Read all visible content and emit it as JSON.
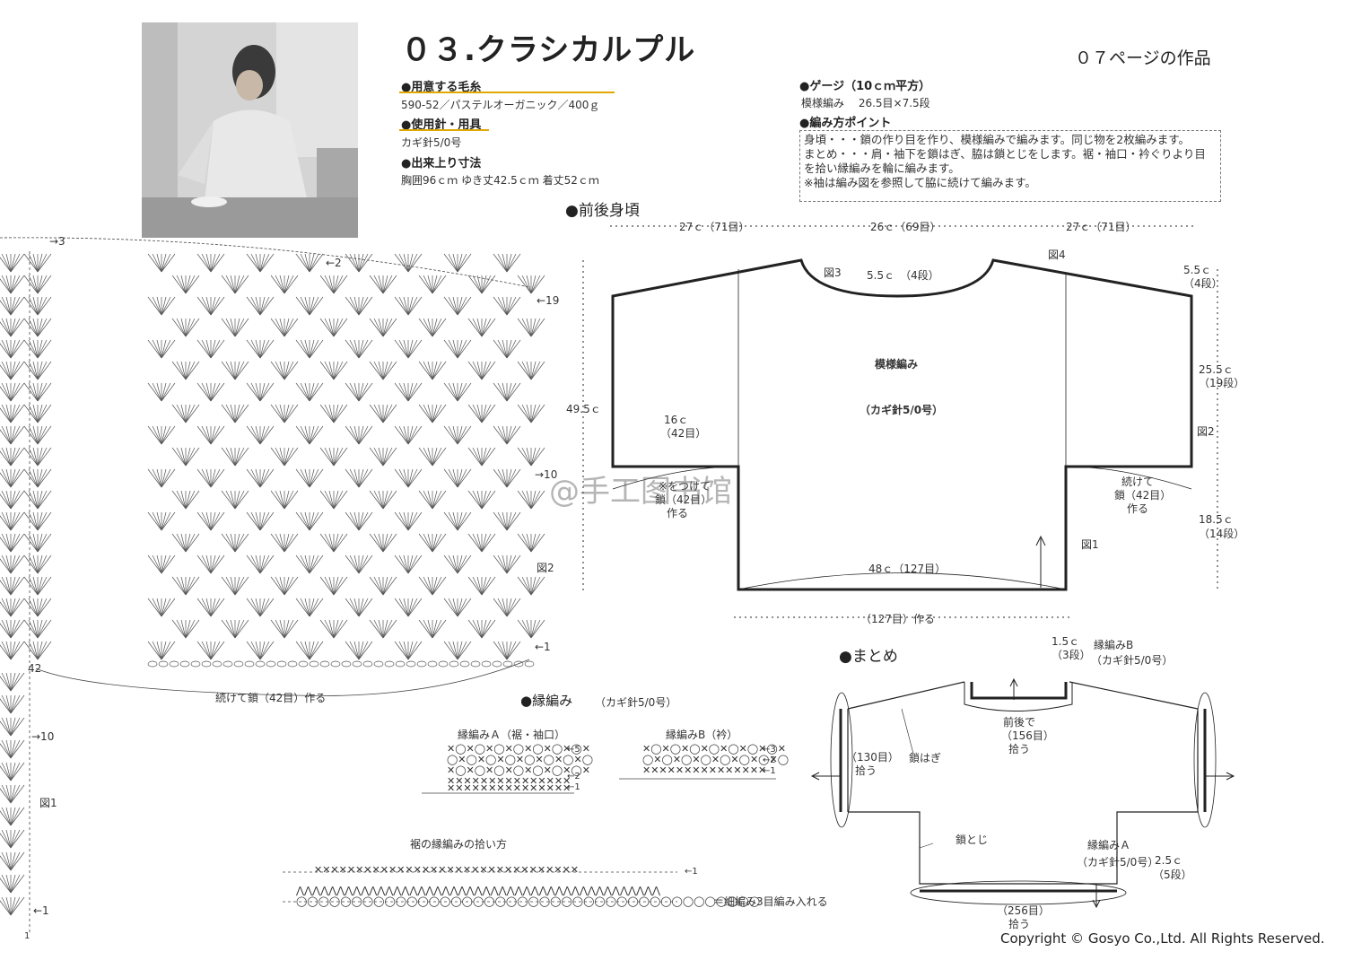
{
  "title": "０３.クラシカルプル",
  "page_ref": "０７ページの作品",
  "materials": {
    "yarn_heading": "●用意する毛糸",
    "yarn_value": "590-52／パステルオーガニック／400ｇ",
    "tools_heading": "●使用針・用具",
    "tools_value": "カギ針5/0号",
    "size_heading": "●出来上り寸法",
    "size_value": "胸囲96ｃｍ ゆき丈42.5ｃｍ 着丈52ｃｍ"
  },
  "gauge": {
    "heading": "●ゲージ（10ｃｍ平方）",
    "value": "模様編み　 26.5目×7.5段"
  },
  "points": {
    "heading": "●編み方ポイント",
    "lines": [
      "身頃・・・鎖の作り目を作り、模様編みで編みます。同じ物を2枚編みます。",
      "まとめ・・・肩・袖下を鎖はぎ、脇は鎖とじをします。裾・袖口・衿ぐりより目",
      "を拾い縁編みを輪に編みます。",
      "※袖は編み図を参照して脇に続けて編みます。"
    ]
  },
  "body_diagram": {
    "heading": "●前後身頃",
    "top_dims": [
      "27ｃ（71目）",
      "26ｃ（69目）",
      "27ｃ（71目）"
    ],
    "neck_depth": "5.5ｃ　（4段）",
    "fig3": "図3",
    "fig4": "図4",
    "fig1": "図1",
    "fig2": "図2",
    "shoulder_drop_a": "5.5ｃ",
    "shoulder_drop_b": "（4段）",
    "sleeve_height_a": "25.5ｃ",
    "sleeve_height_b": "（19段）",
    "side_height_a": "18.5ｃ",
    "side_height_b": "（14段）",
    "total_height": "49.5ｃ",
    "pattern_label": "模様編み",
    "hook_label": "（カギ針5/0号）",
    "sleeve_width_a": "16ｃ",
    "sleeve_width_b": "（42目）",
    "left_note": [
      "※をつけて",
      "鎖（42目）",
      "作る"
    ],
    "right_note": [
      "続けて",
      "鎖（42目）",
      "作る"
    ],
    "bottom_width": "48ｃ（127目）",
    "bottom_start": "（127目）作る"
  },
  "chart": {
    "row_19": "←19",
    "row_10": "→10",
    "row_2": "←2",
    "row_1": "←1",
    "row_3": "→3",
    "row_10_left": "→10",
    "row_1_left": "←1",
    "count_42": "42",
    "count_1": "1",
    "fig2": "図2",
    "fig1": "図1",
    "bottom_note": "続けて鎖（42目）作る"
  },
  "edging": {
    "heading": "●縁編み",
    "heading_sub": "（カギ針5/0号）",
    "a_title": "縁編みＡ（裾・袖口）",
    "b_title": "縁編みB（衿）",
    "a_rows": [
      "←5",
      "←2",
      "←1"
    ],
    "b_rows": [
      "←3",
      "←2",
      "←1"
    ],
    "pickup_title": "裾の縁編みの拾い方",
    "pickup_row": "←1",
    "pickup_note": "＝細編み3目編み入れる"
  },
  "assembly": {
    "heading": "●まとめ",
    "neck_edge_a": "1.5ｃ",
    "neck_edge_b": "（3段）",
    "edging_b": "縁編みB",
    "edging_b_hook": "（カギ針5/0号）",
    "front_back_a": "前後で",
    "front_back_b": "（156目）",
    "front_back_c": "拾う",
    "sleeve_pick_a": "（130目）",
    "sleeve_pick_b": "拾う",
    "chain_join": "鎖はぎ",
    "chain_close": "鎖とじ",
    "edging_a": "縁編みＡ",
    "edging_a_hook": "（カギ針5/0号）",
    "hem_edge_a": "2.5ｃ",
    "hem_edge_b": "（5段）",
    "hem_pick_a": "（256目）",
    "hem_pick_b": "拾う"
  },
  "watermark": "@手工图书馆",
  "copyright": "Copyright © Gosyo Co.,Ltd. All Rights Reserved.",
  "colors": {
    "underline": "#e0a800",
    "ink": "#222222"
  }
}
